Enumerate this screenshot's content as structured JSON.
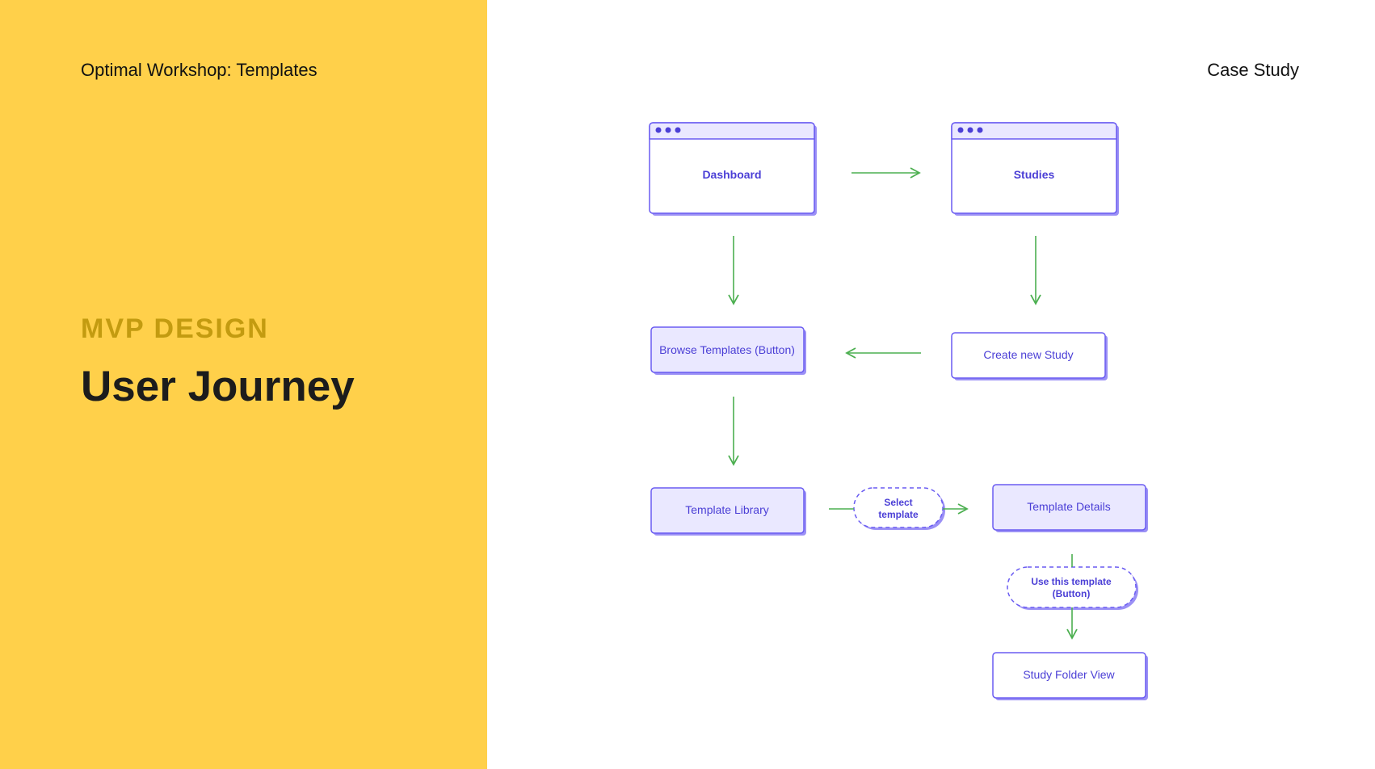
{
  "header": {
    "project_title": "Optimal Workshop: Templates",
    "case_study_label": "Case Study"
  },
  "intro": {
    "eyebrow": "MVP DESIGN",
    "title": "User Journey"
  },
  "colors": {
    "panel_yellow": "#FFD04A",
    "eyebrow_gold": "#C39B10",
    "node_stroke": "#6A5CF2",
    "node_text": "#4B3FD6",
    "node_fill_filled": "#EAE8FF",
    "arrow_green": "#4CAF50"
  },
  "flow": {
    "dashboard": "Dashboard",
    "studies": "Studies",
    "browse_templates": "Browse Templates (Button)",
    "create_new_study": "Create new Study",
    "template_library": "Template Library",
    "select_template_line1": "Select",
    "select_template_line2": "template",
    "template_details": "Template Details",
    "use_template_line1": "Use this template",
    "use_template_line2": "(Button)",
    "study_folder_view": "Study Folder View"
  }
}
